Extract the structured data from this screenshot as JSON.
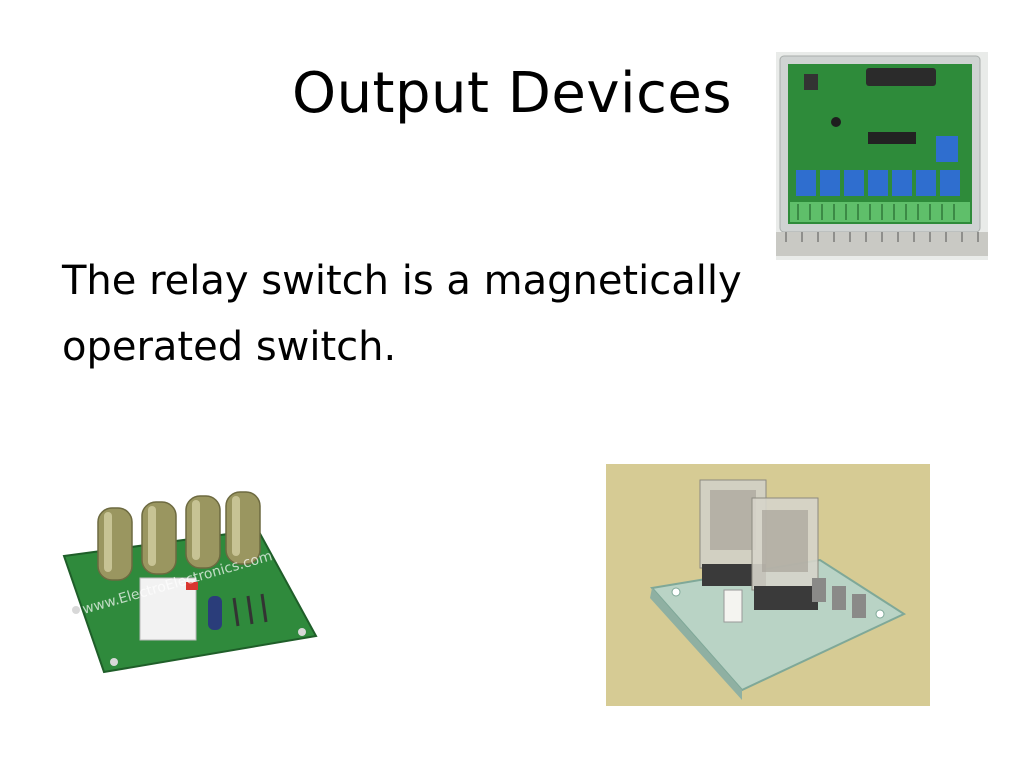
{
  "slide": {
    "title": "Output Devices",
    "body_lines": [
      "The relay switch is a magnetically",
      "operated switch."
    ]
  },
  "images": {
    "small_relay_watermark": "www.ElectroElectronics.com"
  },
  "colors": {
    "background": "#ffffff",
    "text": "#000000",
    "pcb_green": "#2e8b3a",
    "relay_blue": "#2f6ecf"
  }
}
